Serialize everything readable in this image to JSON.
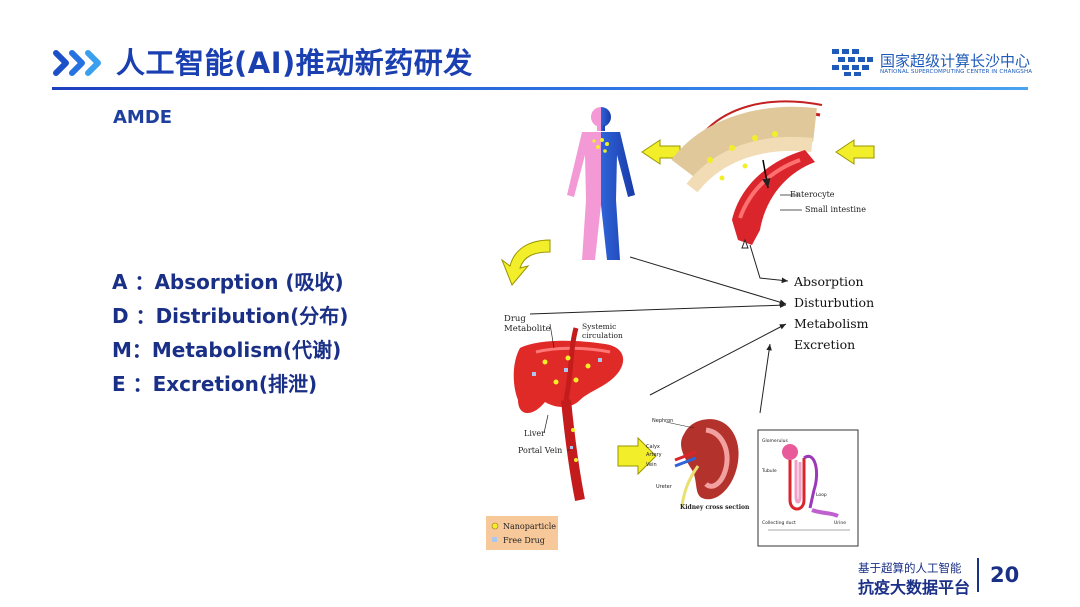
{
  "header": {
    "title": "人工智能(AI)推动新药研发",
    "logo_cn": "国家超级计算长沙中心",
    "logo_en": "NATIONAL SUPERCOMPUTING CENTER IN CHANGSHA"
  },
  "subtitle": "AMDE",
  "adme_items": [
    "A ：Absorption (吸收)",
    "D ：Distribution(分布)",
    "M：Metabolism(代谢)",
    "E ：Excretion(排泄)"
  ],
  "diagram": {
    "enterocyte": "Enterocyte",
    "small_intestine": "Small intestine",
    "outcomes": [
      "Absorption",
      "Disturbution",
      "Metabolism",
      "Excretion"
    ],
    "drug": "Drug",
    "metabolite": "Metabolite",
    "systemic": "Systemic",
    "circulation": "circulation",
    "liver": "Liver",
    "portal_vein": "Portal Vein",
    "legend_nanoparticle": "Nanoparticle",
    "legend_free_drug": "Free Drug",
    "kidney_caption": "Kidney cross section",
    "kidney_l1": "Nephron",
    "kidney_l2": "Calyx",
    "kidney_l3": "Artery",
    "kidney_l4": "Vein",
    "kidney_l5": "Ureter",
    "nephron_l1": "Glomerulus",
    "nephron_l2": "Tubule",
    "nephron_l3": "Loop",
    "nephron_l4": "Collecting duct",
    "nephron_l5": "Urine"
  },
  "footer": {
    "line1": "基于超算的人工智能",
    "line2": "抗疫大数据平台",
    "page_number": "20"
  },
  "colors": {
    "title_blue": "#1a3fb0",
    "text_navy": "#1a2f86",
    "arrow_yellow": "#f2ee2a",
    "organ_red": "#d9252b"
  }
}
